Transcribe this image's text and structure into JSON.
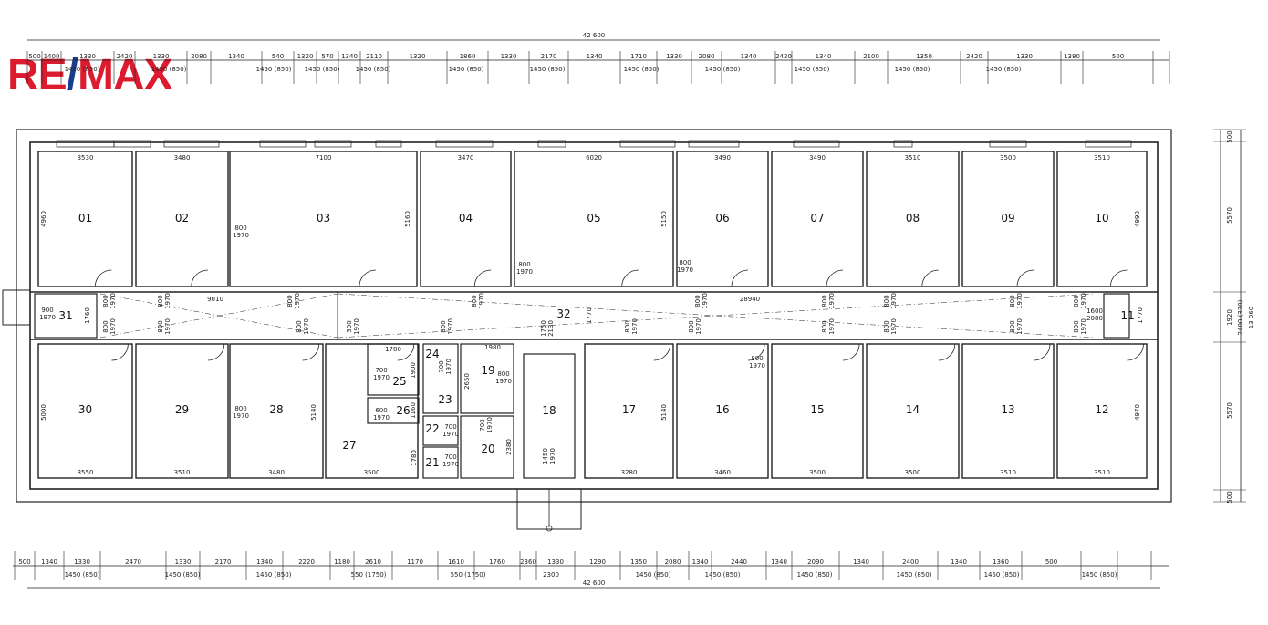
{
  "logo": {
    "text_red_1": "RE",
    "text_blue": "/",
    "text_red_2": "MAX",
    "colors": {
      "red": "#dc1c2e",
      "blue": "#1a3e8c"
    }
  },
  "total_width_top": "42 600",
  "total_width_bottom": "42 600",
  "top_segments": [
    "500",
    "1400",
    "1330",
    "2420",
    "1330",
    "2080",
    "1340",
    "540",
    "1320",
    "570",
    "1340",
    "2110",
    "1320",
    "1860",
    "1330",
    "2170",
    "1340",
    "1710",
    "1330",
    "2080",
    "1340",
    "2420",
    "1340",
    "2100",
    "1350",
    "2420",
    "1330",
    "1380",
    "500"
  ],
  "top_windows": [
    "1450 (850)",
    "1450 (850)",
    "1450 (850)",
    "1450 (850)",
    "1450 (850)",
    "1450 (850)",
    "1450 (850)",
    "1450 (850)",
    "1450 (850)",
    "1450 (850)",
    "1450 (850)",
    "1450 (850)"
  ],
  "bottom_segments": [
    "500",
    "1340",
    "1330",
    "2470",
    "1330",
    "2170",
    "1340",
    "2220",
    "1180",
    "2610",
    "1170",
    "1610",
    "1760",
    "2360",
    "1330",
    "1290",
    "1350",
    "2080",
    "1340",
    "2440",
    "1340",
    "2090",
    "1340",
    "2400",
    "1340",
    "1360",
    "500"
  ],
  "bottom_windows": [
    "1450 (850)",
    "1450 (850)",
    "1450 (850)",
    "550 (1750)",
    "550 (1750)",
    "2300",
    "1450 (850)",
    "1450 (850)",
    "1450 (850)",
    "1450 (850)",
    "1450 (850)",
    "1450 (850)"
  ],
  "right_dims": [
    "500",
    "5570",
    "1920",
    "2400 (370)",
    "13 060",
    "5570",
    "500"
  ],
  "corridor": {
    "left_label": "9010",
    "right_label": "28940",
    "room": "32",
    "height_left": "1770",
    "height_right": "1770"
  },
  "rooms_top": [
    {
      "num": "01",
      "w": "3530",
      "h": "4960"
    },
    {
      "num": "02",
      "w": "3480",
      "door": "800\n1970"
    },
    {
      "num": "03",
      "w": "7100",
      "h": "5160"
    },
    {
      "num": "04",
      "w": "3470"
    },
    {
      "num": "05",
      "w": "6020",
      "h": "5150"
    },
    {
      "num": "06",
      "w": "3490"
    },
    {
      "num": "07",
      "w": "3490"
    },
    {
      "num": "08",
      "w": "3510"
    },
    {
      "num": "09",
      "w": "3500"
    },
    {
      "num": "10",
      "w": "3510",
      "h": "4990"
    }
  ],
  "rooms_bottom": [
    {
      "num": "30",
      "w": "3550",
      "h": "5000"
    },
    {
      "num": "29",
      "w": "3510"
    },
    {
      "num": "28",
      "w": "3480",
      "h": "5140"
    },
    {
      "num": "27",
      "w": "3500"
    },
    {
      "num": "17",
      "w": "3280",
      "h": "5140"
    },
    {
      "num": "16",
      "w": "3460"
    },
    {
      "num": "15",
      "w": "3500"
    },
    {
      "num": "14",
      "w": "3500"
    },
    {
      "num": "13",
      "w": "3510"
    },
    {
      "num": "12",
      "w": "3510",
      "h": "4970"
    }
  ],
  "small_rooms": {
    "r31": {
      "num": "31",
      "w": "900",
      "h": "1970",
      "d": "1760"
    },
    "r11": {
      "num": "11",
      "w": "1600",
      "h": "2080",
      "d": "1770"
    },
    "r25": {
      "num": "25",
      "w": "1780",
      "h": "1900",
      "door": "700\n1970"
    },
    "r26": {
      "num": "26",
      "door": "600\n1970",
      "h": "1160"
    },
    "r24": {
      "num": "24",
      "door": "700\n1970"
    },
    "r23": {
      "num": "23"
    },
    "r19": {
      "num": "19",
      "w": "1980",
      "h": "2650",
      "door": "800\n1970"
    },
    "r22": {
      "num": "22",
      "door": "700\n1970"
    },
    "r21": {
      "num": "21",
      "door": "700\n1970",
      "h": "1780"
    },
    "r20": {
      "num": "20",
      "door": "700\n1970",
      "h": "2380"
    },
    "r18": {
      "num": "18",
      "door": "1450\n1970",
      "d": "1750\n2130"
    }
  },
  "door_label": "800\n1970",
  "door_corridor": "800\n1970",
  "door_300": "300\n1970"
}
